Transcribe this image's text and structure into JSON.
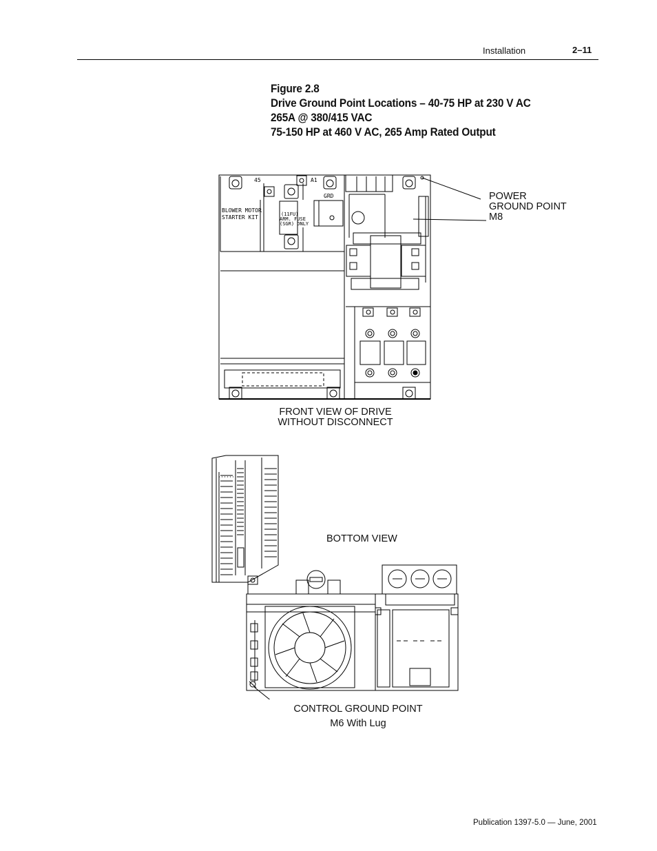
{
  "header": {
    "section": "Installation",
    "page_number": "2–11"
  },
  "figure": {
    "label": "Figure 2.8",
    "title_lines": [
      "Drive Ground Point Locations – 40-75 HP at 230 V AC",
      "265A @ 380/415 VAC",
      "75-150 HP at 460 V AC, 265 Amp Rated Output"
    ]
  },
  "front_view": {
    "caption_lines": [
      "FRONT VIEW OF DRIVE",
      "WITHOUT DISCONNECT"
    ],
    "callout_lines": [
      "POWER",
      "GROUND POINT",
      "M8"
    ],
    "panel_labels": {
      "terminal_45": "45",
      "terminal_a1": "A1",
      "grd": "GRD",
      "blower_line1": "BLOWER MOTOR",
      "blower_line2": "STARTER KIT",
      "fuse_line1": "(11FU)",
      "fuse_line2": "ARM. FUSE",
      "fuse_line3": "(SGR) ONLY"
    }
  },
  "bottom_view": {
    "caption": "BOTTOM VIEW",
    "callout_lines": [
      "CONTROL GROUND POINT",
      "M6 With Lug"
    ]
  },
  "footer": {
    "publication": "Publication 1397-5.0  —  June, 2001"
  }
}
